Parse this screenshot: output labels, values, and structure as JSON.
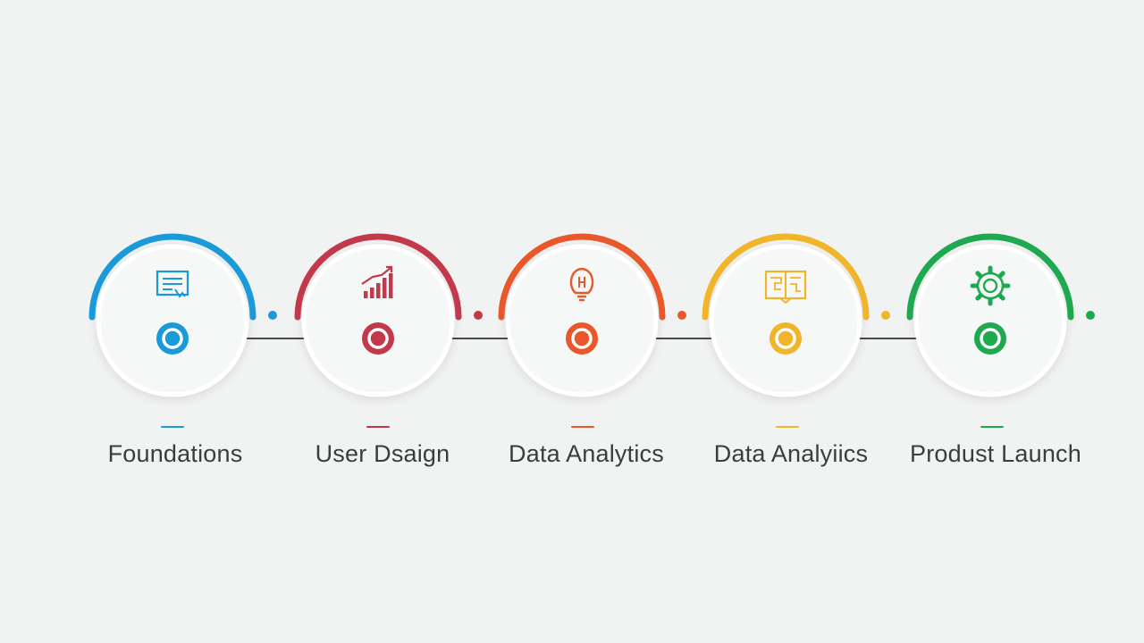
{
  "steps": [
    {
      "label": "Foundations",
      "color": "#1a9ad9",
      "icon": "certificate-icon"
    },
    {
      "label": "User Dsaign",
      "color": "#c1394a",
      "icon": "bar-chart-icon"
    },
    {
      "label": "Data Analytics",
      "color": "#e8582a",
      "icon": "lightbulb-icon"
    },
    {
      "label": "Data Analyiics",
      "color": "#f0b52a",
      "icon": "blueprint-book-icon"
    },
    {
      "label": "Produst Launch",
      "color": "#1ea84f",
      "icon": "gear-icon"
    }
  ],
  "connector_color": "#4a4a4a"
}
